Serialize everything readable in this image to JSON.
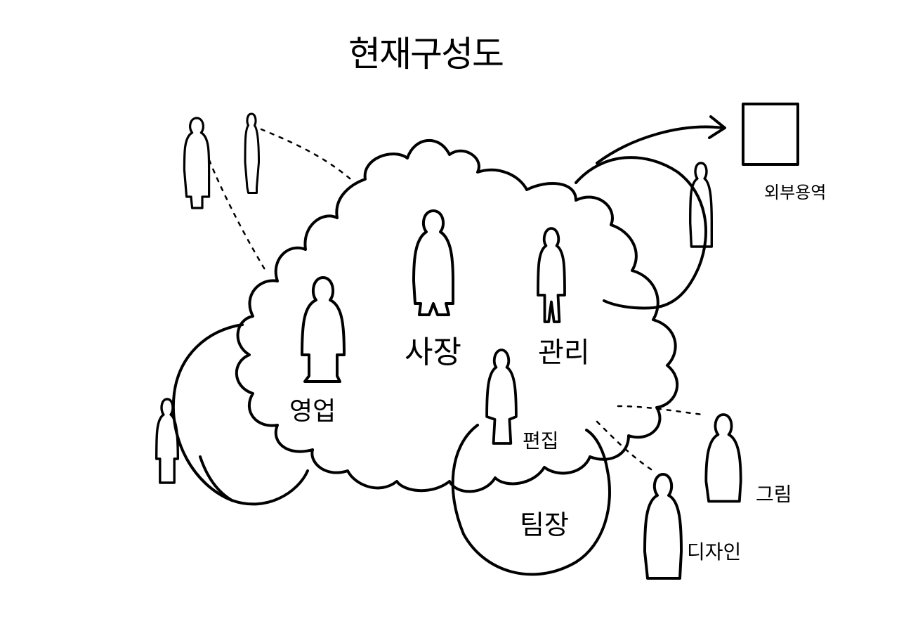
{
  "title": "현재구성도",
  "labels": {
    "president": "사장",
    "admin": "관리",
    "sales": "영업",
    "editor": "편집",
    "team_lead": "팀장",
    "outsource": "외부용역",
    "illustration": "그림",
    "designer": "디자인"
  },
  "colors": {
    "ink": "#000000",
    "paper": "#ffffff"
  },
  "icons": [
    "person-figure-icon",
    "outsource-box-icon",
    "arrow-icon"
  ]
}
